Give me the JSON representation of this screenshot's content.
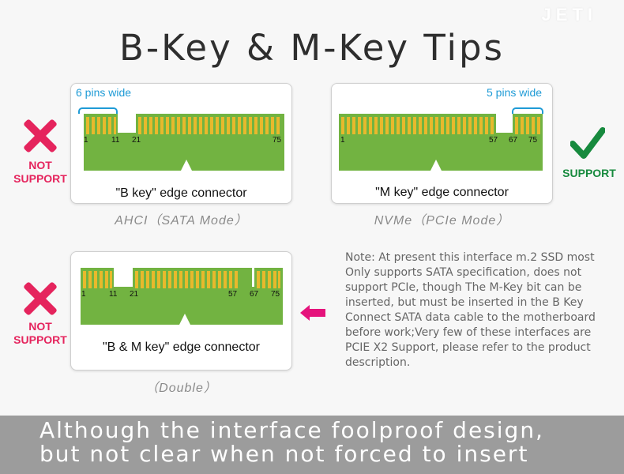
{
  "brand": "JETI",
  "title": "B-Key & M-Key Tips",
  "colors": {
    "pcb_green": "#72b341",
    "gold_pin": "#e8b92c",
    "accent_blue": "#1f9bd6",
    "no_support_red": "#e5245d",
    "support_green": "#178a3e"
  },
  "cards": {
    "b_key": {
      "pin_note": "6 pins wide",
      "pin_labels": [
        "1",
        "11",
        "21",
        "75"
      ],
      "label": "\"B key\" edge connector",
      "caption": "AHCI（SATA Mode）",
      "status_icon": "x-mark-icon",
      "status": "NOT SUPPORT"
    },
    "m_key": {
      "pin_note": "5 pins wide",
      "pin_labels": [
        "1",
        "57",
        "67",
        "75"
      ],
      "label": "\"M key\" edge connector",
      "caption": "NVMe（PCIe Mode）",
      "status_icon": "check-mark-icon",
      "status": "SUPPORT"
    },
    "bm_key": {
      "pin_labels": [
        "1",
        "11",
        "21",
        "57",
        "67",
        "75"
      ],
      "label": "\"B & M key\" edge connector",
      "caption": "（Double）",
      "status_icon": "x-mark-icon",
      "status": "NOT SUPPORT"
    }
  },
  "arrow_icon": "left-arrow-icon",
  "note": "Note: At present this interface m.2 SSD most Only supports SATA specification, does not support PCIe, though The M-Key bit can be inserted, but must be inserted in the B Key Connect SATA data cable to the motherboard before work;Very few of these interfaces are PCIE X2 Support, please refer to the product description.",
  "bottom_text": {
    "line1": "Although the interface foolproof design,",
    "line2": "but not clear when not forced to insert"
  }
}
